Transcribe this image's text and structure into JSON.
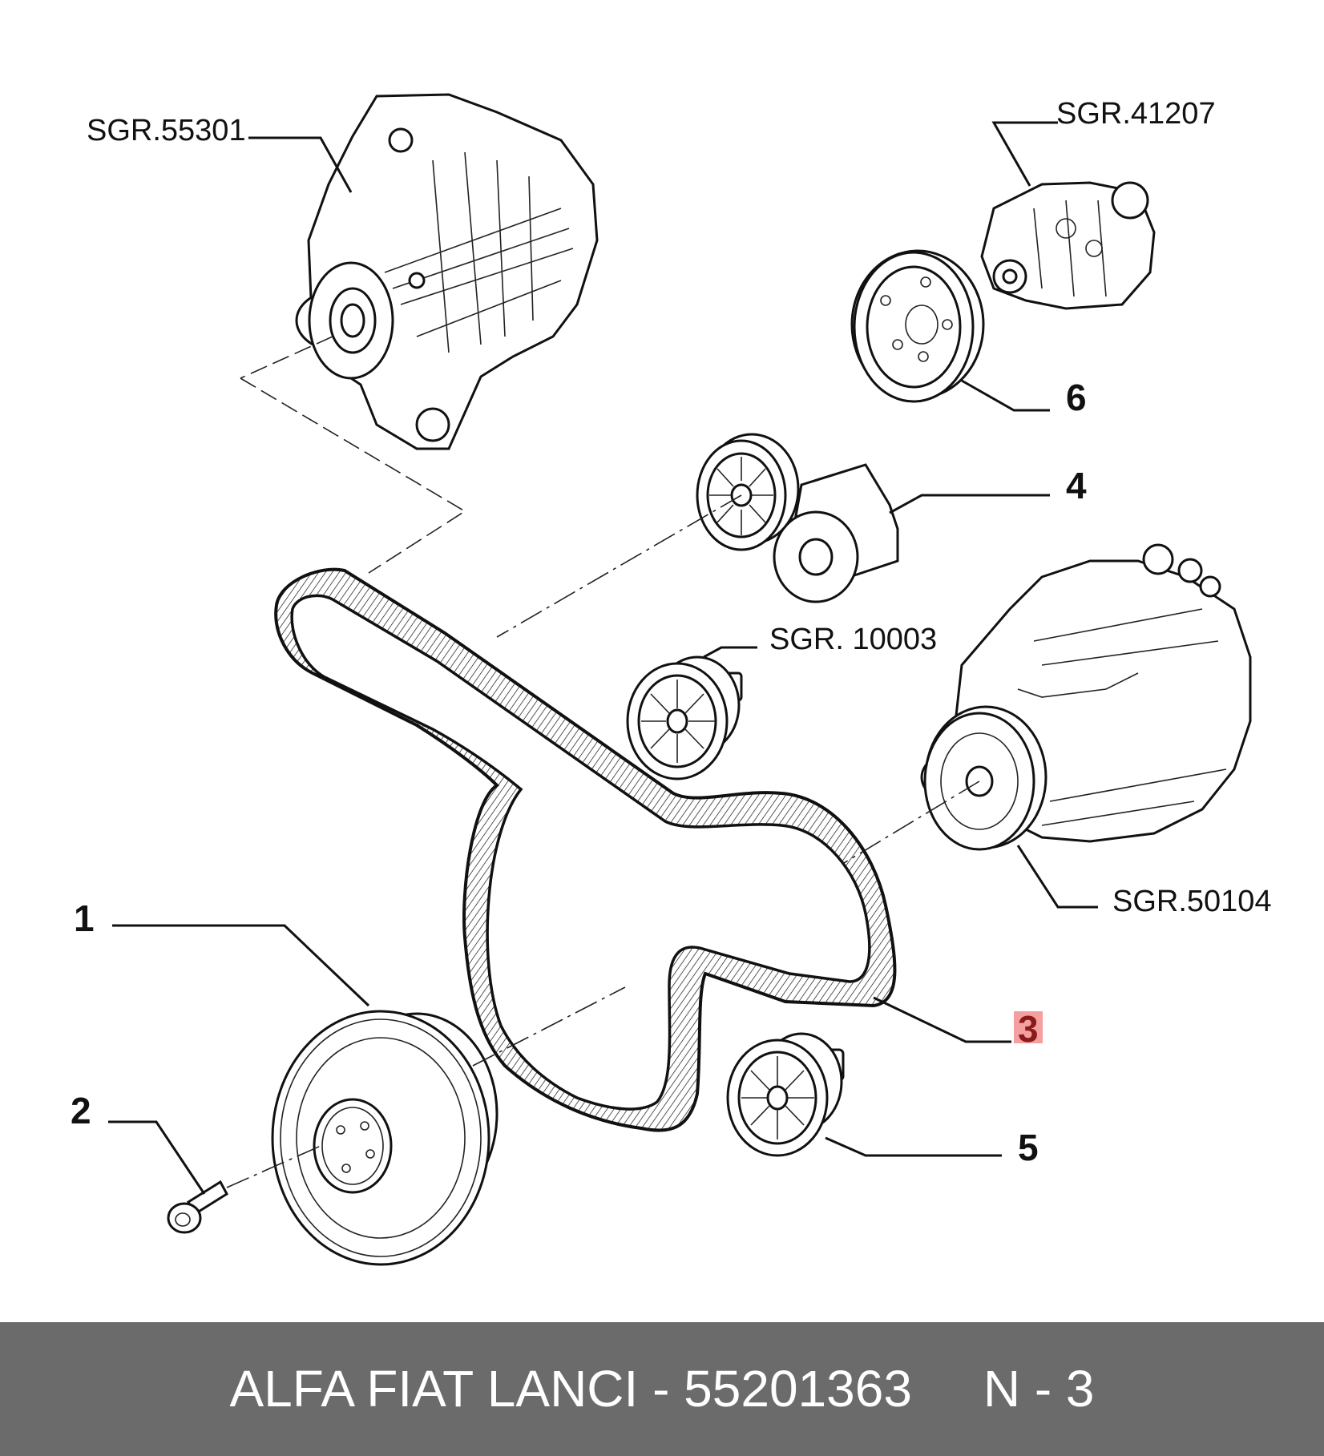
{
  "callouts": {
    "alternator": "SGR.55301",
    "power_steering_pump": "SGR.41207",
    "idler_pulley_top": "SGR. 10003",
    "ac_compressor": "SGR.50104",
    "p1": "1",
    "p2": "2",
    "p3": "3",
    "p4": "4",
    "p5": "5",
    "p6": "6"
  },
  "highlight_color": "#f08080",
  "footer": {
    "text": "ALFA FIAT LANCI - 55201363     N - 3",
    "background": "#6b6b6b",
    "color": "#ffffff"
  }
}
